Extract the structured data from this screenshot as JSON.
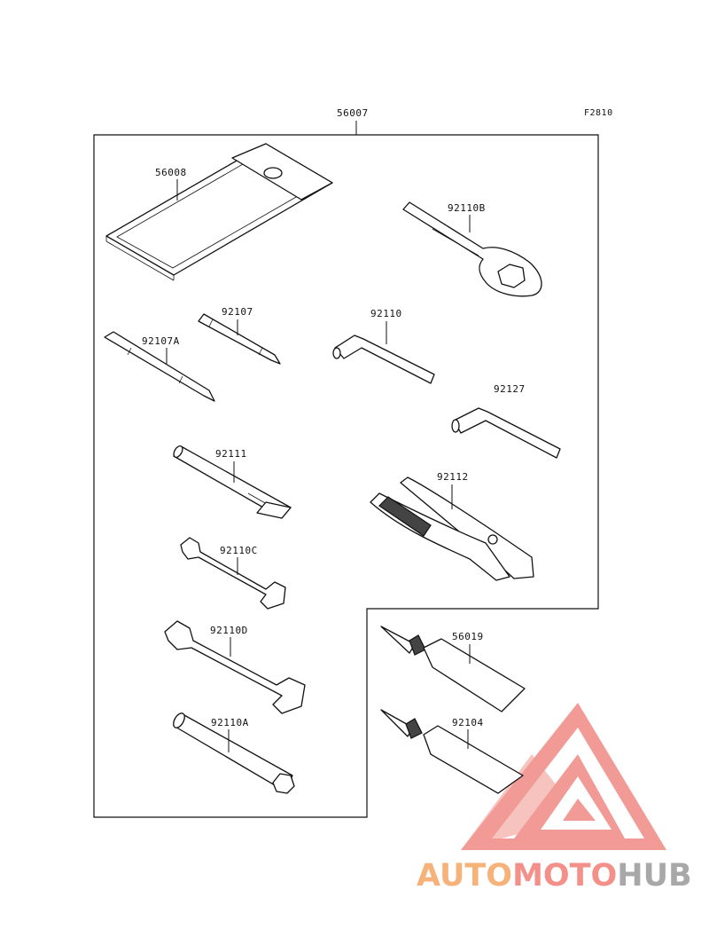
{
  "figure_code": "F2810",
  "parts": {
    "p56007": "56007",
    "p56008": "56008",
    "p92110B": "92110B",
    "p92107": "92107",
    "p92107A": "92107A",
    "p92110": "92110",
    "p92127": "92127",
    "p92111": "92111",
    "p92112": "92112",
    "p92110C": "92110C",
    "p92110D": "92110D",
    "p92110A": "92110A",
    "p56019": "56019",
    "p92104": "92104"
  },
  "watermark": {
    "part1": "AUTO",
    "part2": "MOTO",
    "part3": "HUB",
    "color1": "#f7b27a",
    "color2": "#f3908a",
    "color3": "#a8a8a8",
    "triangle_color": "#f08a84"
  }
}
